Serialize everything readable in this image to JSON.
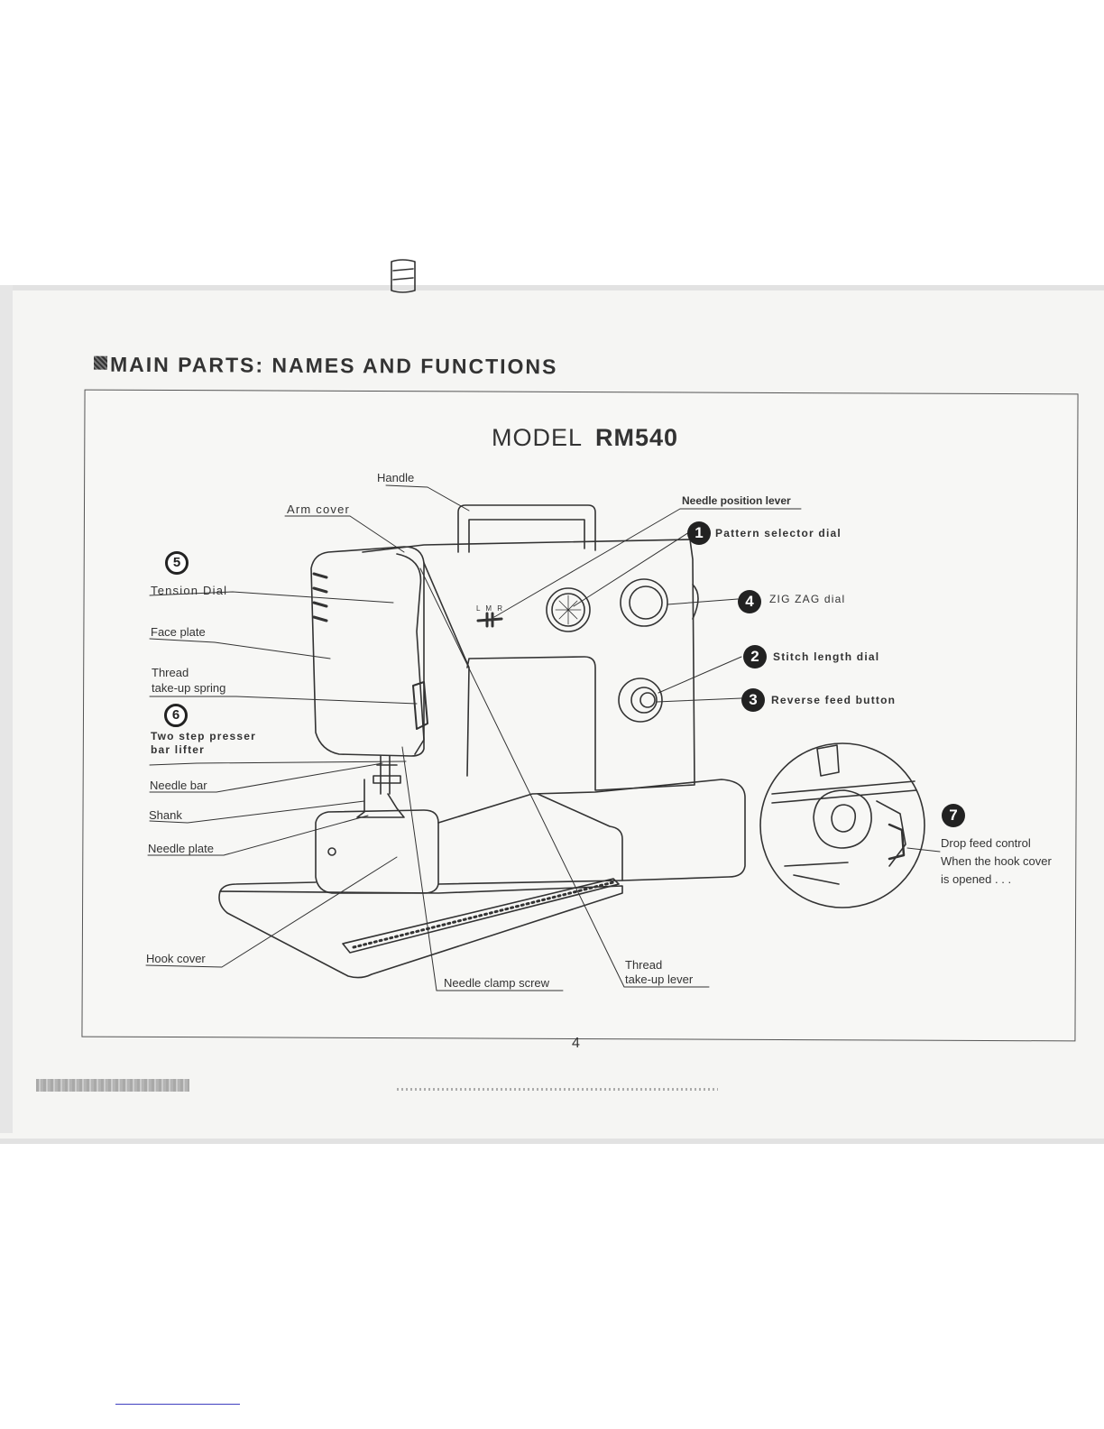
{
  "heading": {
    "title": "MAIN PARTS: NAMES AND FUNCTIONS"
  },
  "diagram": {
    "model_word": "MODEL",
    "model_name": "RM540",
    "needle_positions": "L M R",
    "labels": {
      "handle": "Handle",
      "arm_cover": "Arm cover",
      "needle_position_lever": "Needle position lever",
      "pattern_selector_dial": "Pattern selector dial",
      "zigzag_dial": "ZIG ZAG dial",
      "stitch_length_dial": "Stitch length dial",
      "reverse_feed_button": "Reverse feed button",
      "tension_dial": "Tension Dial",
      "face_plate": "Face plate",
      "thread_takeup_spring_1": "Thread",
      "thread_takeup_spring_2": "take-up spring",
      "presser_bar_lifter_1": "Two step presser",
      "presser_bar_lifter_2": "bar lifter",
      "needle_bar": "Needle bar",
      "shank": "Shank",
      "needle_plate": "Needle plate",
      "hook_cover": "Hook cover",
      "needle_clamp_screw": "Needle clamp screw",
      "thread_takeup_lever_1": "Thread",
      "thread_takeup_lever_2": "take-up lever",
      "drop_feed_1": "Drop feed control",
      "drop_feed_2": "When the hook cover",
      "drop_feed_3": "is opened . . ."
    },
    "markers": {
      "m1": "1",
      "m2": "2",
      "m3": "3",
      "m4": "4",
      "m5": "5",
      "m6": "6",
      "m7": "7"
    }
  },
  "footer": {
    "page_number": "4"
  }
}
